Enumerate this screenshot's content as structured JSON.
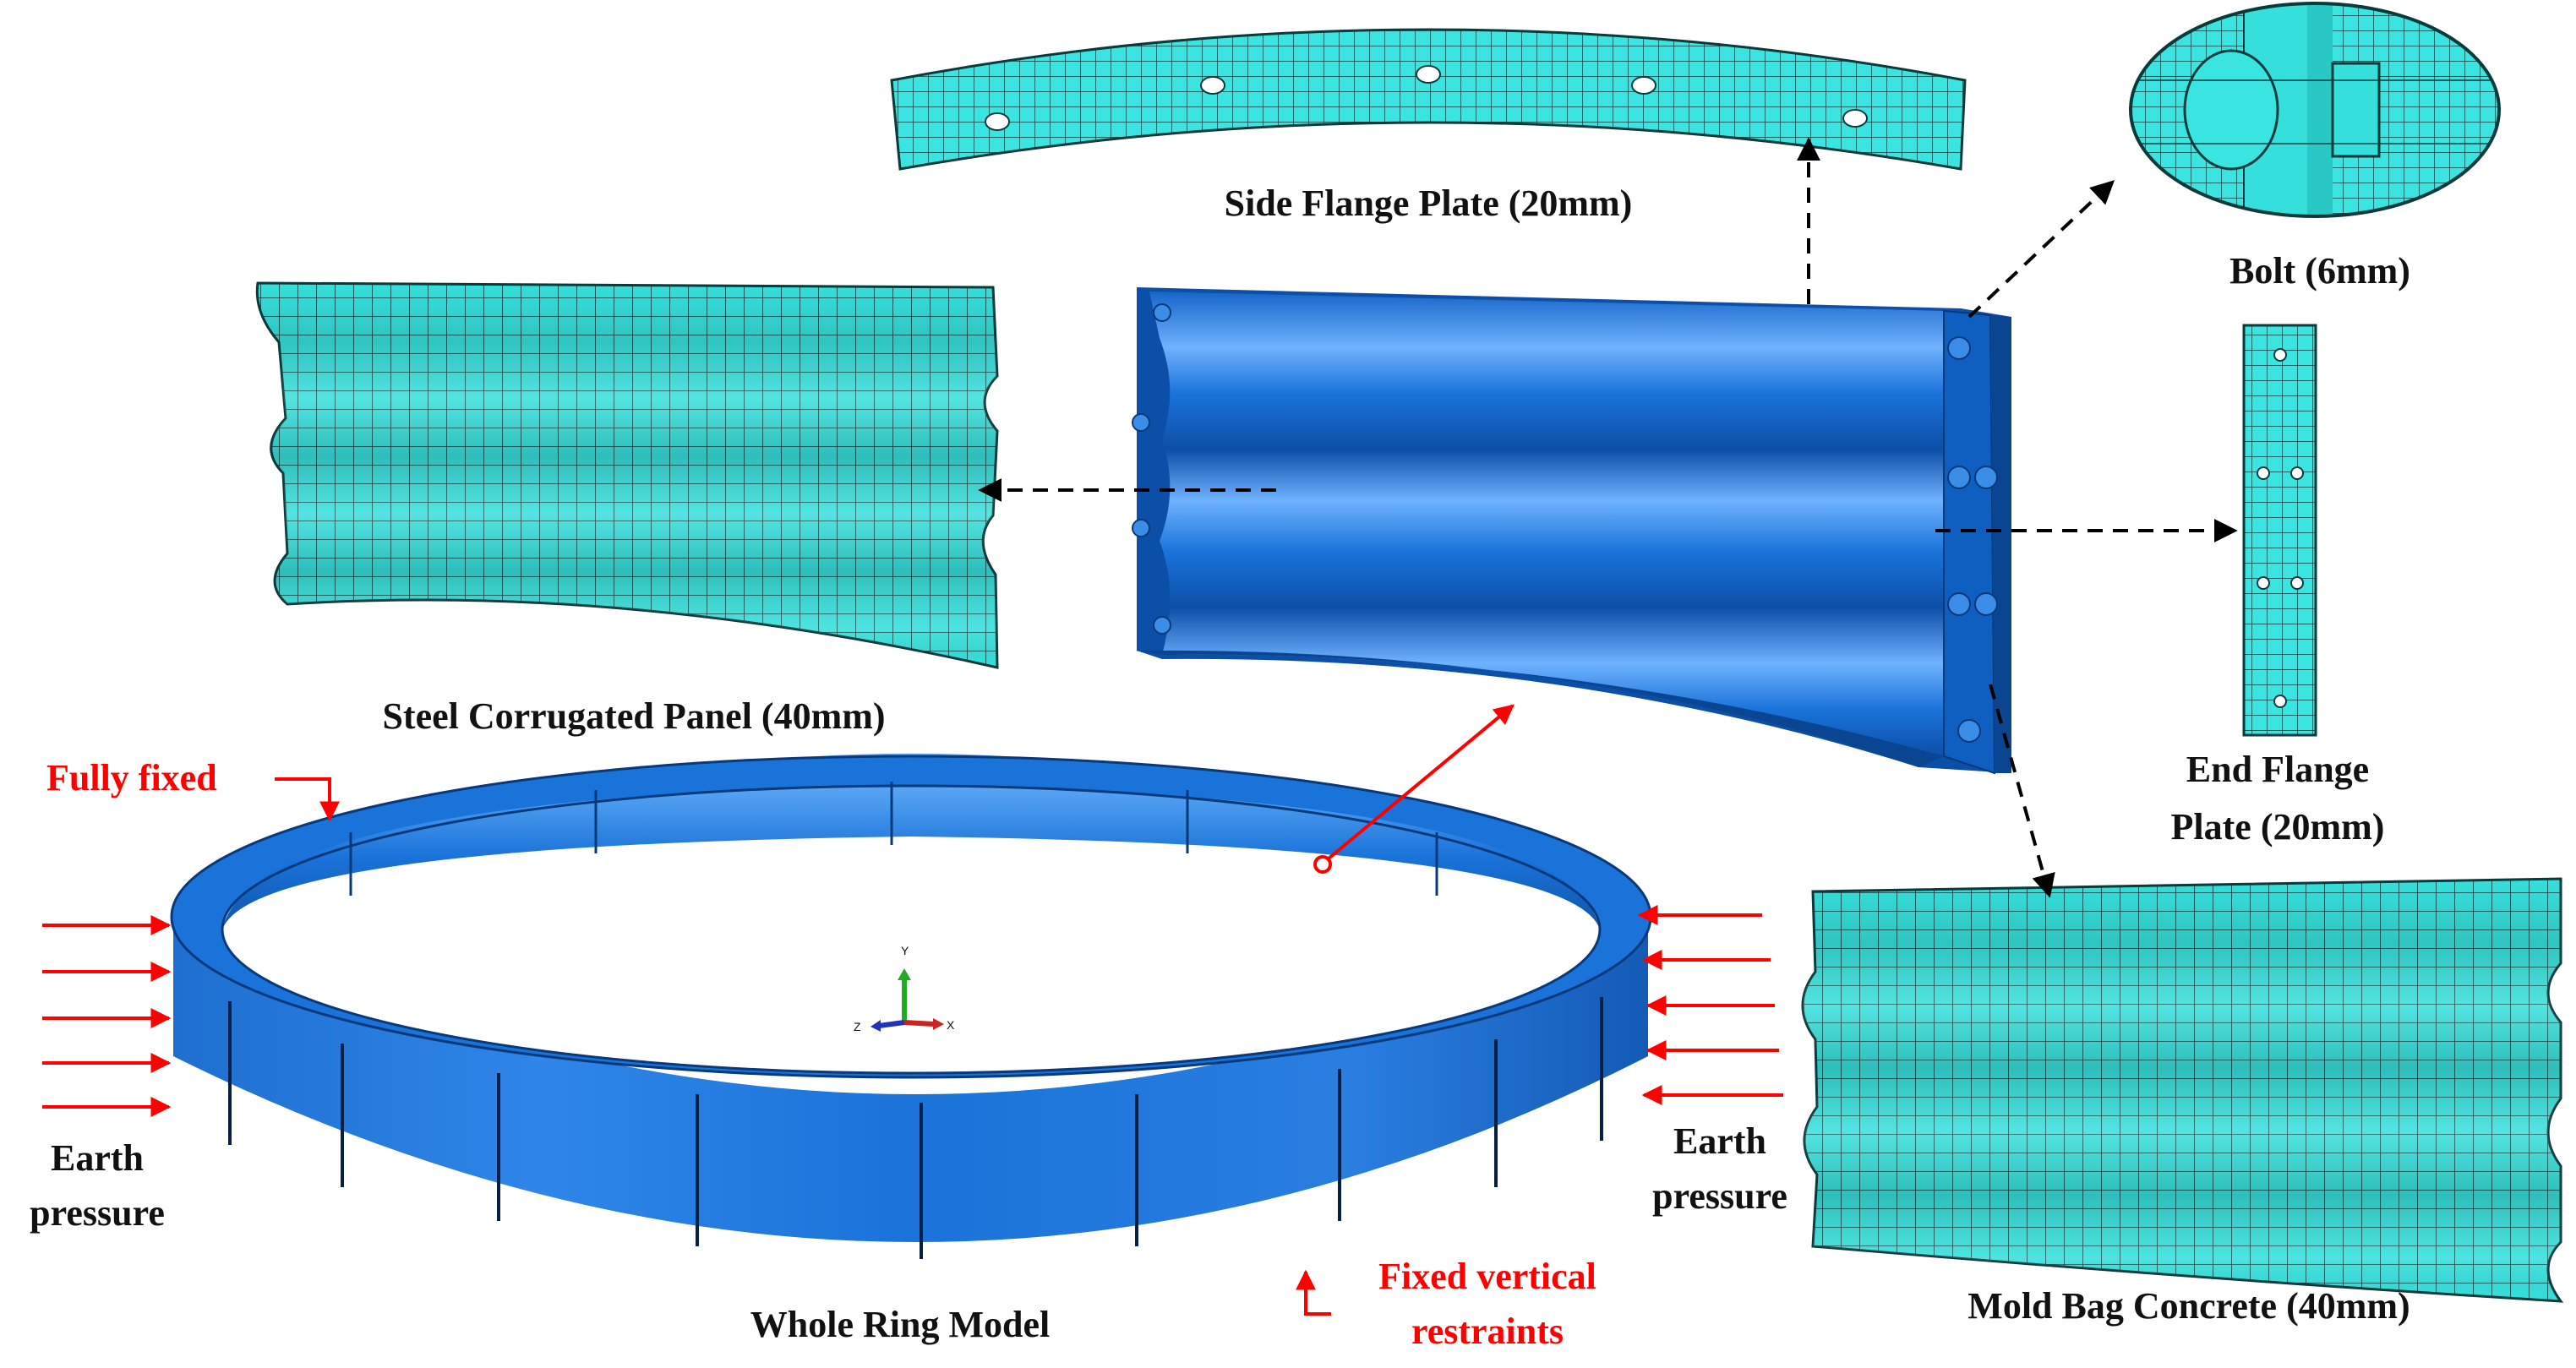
{
  "labels": {
    "side_flange": "Side Flange Plate (20mm)",
    "bolt": "Bolt (6mm)",
    "steel_panel": "Steel Corrugated Panel (40mm)",
    "end_flange_line1": "End Flange",
    "end_flange_line2": "Plate (20mm)",
    "mold_bag": "Mold Bag Concrete (40mm)",
    "whole_ring": "Whole Ring Model",
    "fully_fixed": "Fully fixed",
    "fixed_vertical_line1": "Fixed vertical",
    "fixed_vertical_line2": "restraints",
    "earth_left_line1": "Earth",
    "earth_left_line2": "pressure",
    "earth_right_line1": "Earth",
    "earth_right_line2": "pressure"
  },
  "axes": {
    "y": "Y",
    "z": "Z",
    "x": "X"
  },
  "colors": {
    "mesh_fill": "#35e0dc",
    "mesh_line": "#0a3a3a",
    "solid_blue": "#1a73d9",
    "solid_dark": "#0c4fa8",
    "solid_light": "#6fb2ff",
    "annotation_red": "#ff0000",
    "leader_black": "#000000"
  }
}
